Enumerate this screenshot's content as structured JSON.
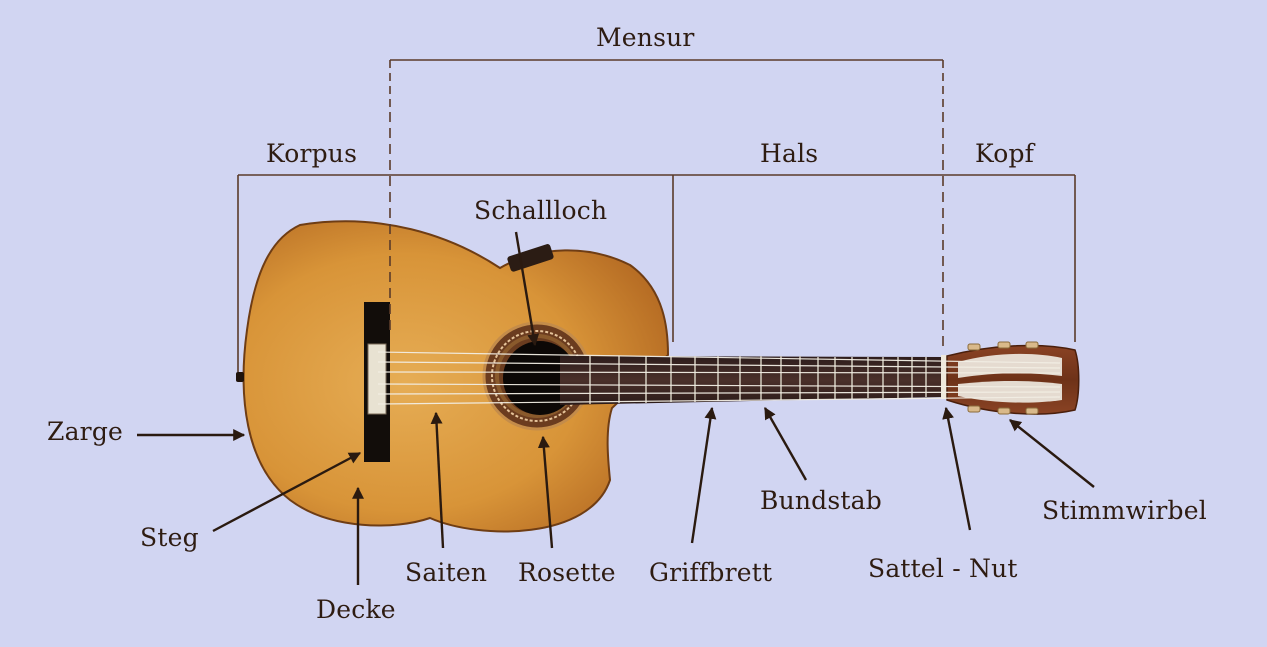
{
  "labels": {
    "mensur": "Mensur",
    "korpus": "Korpus",
    "hals": "Hals",
    "kopf": "Kopf",
    "schallloch": "Schallloch",
    "zarge": "Zarge",
    "steg": "Steg",
    "decke": "Decke",
    "saiten": "Saiten",
    "rosette": "Rosette",
    "griffbrett": "Griffbrett",
    "bundstab": "Bundstab",
    "sattel": "Sattel - Nut",
    "stimmwirbel": "Stimmwirbel"
  },
  "colors": {
    "background": "#d1d5f2",
    "line": "#5a3b2a",
    "arrow": "#2a1a10",
    "text": "#2e1c12",
    "wood_light": "#e0a44a",
    "wood_dark": "#b86a22",
    "fretboard": "#3a2522",
    "headstock": "#7a3a1e"
  }
}
